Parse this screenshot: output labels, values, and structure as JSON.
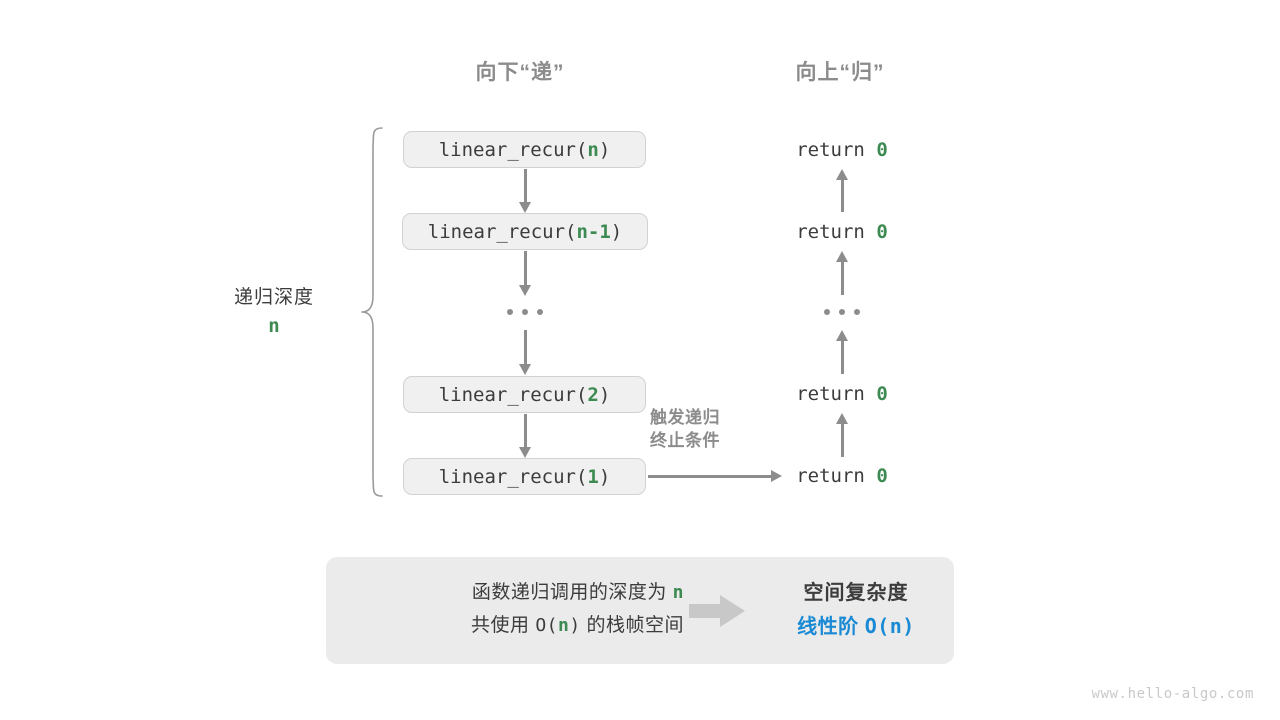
{
  "headers": {
    "down": "向下“递”",
    "up": "向上“归”"
  },
  "depth": {
    "label": "递归深度",
    "value": "n"
  },
  "trigger_note": "触发递归\n终止条件",
  "colors": {
    "green": "#3d8b52",
    "blue": "#1a8ad4",
    "gray": "#8c8c8c",
    "box_fill": "#f0f0f0",
    "box_border": "#d2d2d2",
    "panel_fill": "#ebebeb"
  },
  "calls": [
    {
      "prefix": "linear_recur(",
      "arg": "n",
      "suffix": ")"
    },
    {
      "prefix": "linear_recur(",
      "arg": "n-1",
      "suffix": ")"
    },
    {
      "ellipsis": "..."
    },
    {
      "prefix": "linear_recur(",
      "arg": "2",
      "suffix": ")"
    },
    {
      "prefix": "linear_recur(",
      "arg": "1",
      "suffix": ")"
    }
  ],
  "returns": [
    {
      "keyword": "return",
      "value": "0"
    },
    {
      "keyword": "return",
      "value": "0"
    },
    {
      "ellipsis": "..."
    },
    {
      "keyword": "return",
      "value": "0"
    },
    {
      "keyword": "return",
      "value": "0"
    }
  ],
  "summary": {
    "line1_a": "函数递归调用的深度为",
    "line1_var": "n",
    "line2_a": "共使用",
    "line2_big_o": "O(",
    "line2_var": "n",
    "line2_big_o_end": ")",
    "line2_b": "的栈帧空间",
    "title": "空间复杂度",
    "result_name": "线性阶",
    "result_value": "O(n)"
  },
  "watermark": "www.hello-algo.com"
}
